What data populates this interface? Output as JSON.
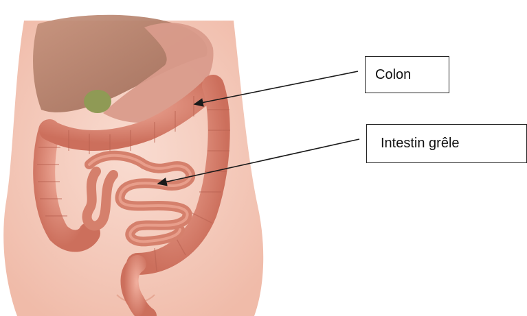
{
  "labels": {
    "colon": "Colon",
    "small_intestine": "Intestin grêle"
  },
  "illustration": {
    "subject": "abdominal-anatomy",
    "colors": {
      "skin": "#f6cfc2",
      "liver": "#b07a63",
      "stomach": "#d79a8c",
      "gallbladder": "#8f9a55",
      "colon": "#e0907c",
      "small_intestine": "#d9826f",
      "arrow": "#1a1a1a"
    }
  }
}
